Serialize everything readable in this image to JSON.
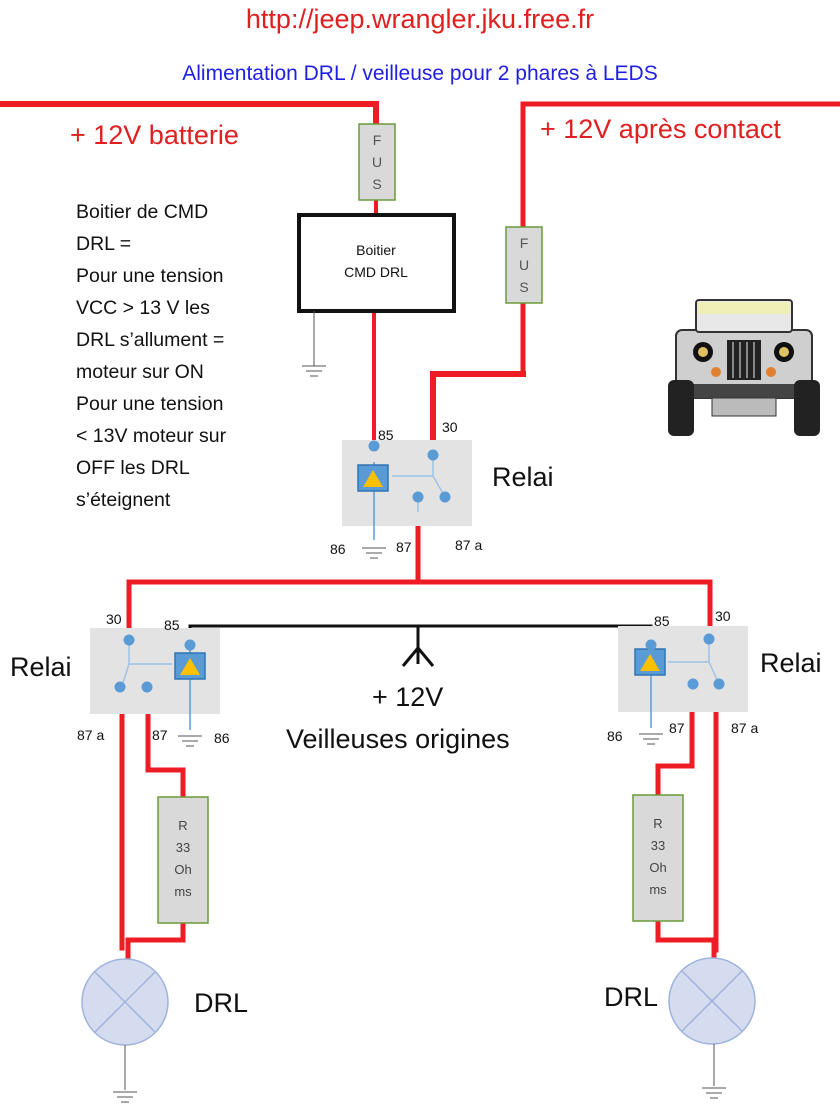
{
  "header": {
    "url": "http://jeep.wrangler.jku.free.fr",
    "subtitle": "Alimentation DRL / veilleuse pour 2 phares à LEDS"
  },
  "supply": {
    "battery": "+ 12V batterie",
    "ignition": "+ 12V après contact"
  },
  "fuse": {
    "letters": [
      "F",
      "U",
      "S"
    ]
  },
  "control_box": {
    "line1": "Boitier",
    "line2": "CMD DRL"
  },
  "note": [
    "Boitier de CMD",
    "DRL =",
    "Pour une tension",
    "VCC > 13 V les",
    "DRL s’allument =",
    "moteur sur ON",
    "Pour une tension",
    "< 13V moteur sur",
    "OFF les DRL",
    "s’éteignent"
  ],
  "relay_label": "Relai",
  "pins": {
    "p85": "85",
    "p30": "30",
    "p86": "86",
    "p87": "87",
    "p87a": "87 a"
  },
  "veilleuse": {
    "line1": "+ 12V",
    "line2": "Veilleuses origines"
  },
  "resistor": {
    "letters": [
      "R",
      "33",
      "Oh",
      "ms"
    ]
  },
  "lamp_label": "DRL",
  "colors": {
    "wire_power": "#ee1c24",
    "wire_signal": "#000000",
    "title_red": "#e02020",
    "title_blue": "#1f1fe0",
    "relay_box": "#e3e3e3",
    "pin": "#5b9bd5",
    "coil": "#ffc000",
    "component_green": "#6a9a3a"
  }
}
